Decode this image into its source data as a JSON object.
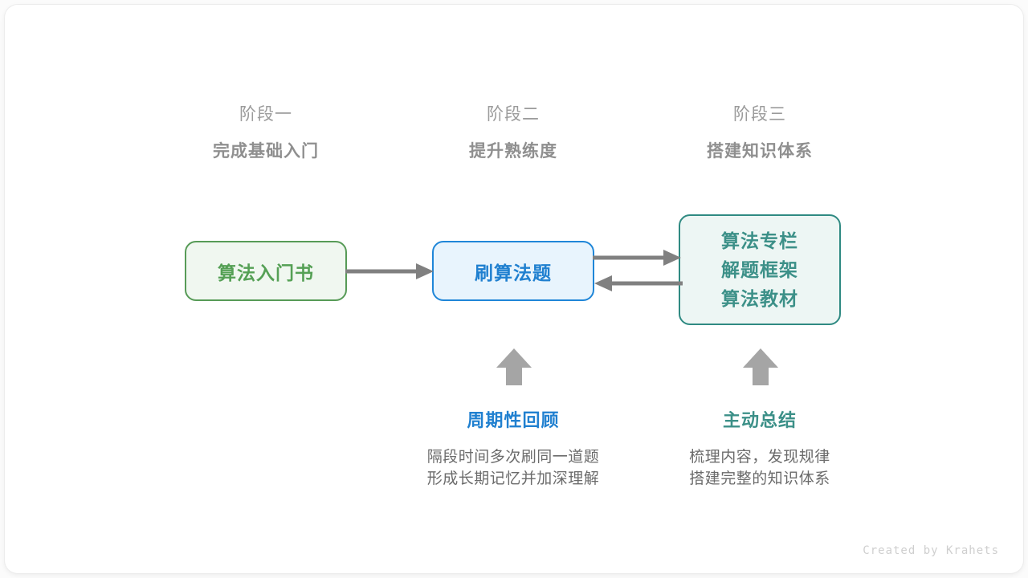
{
  "canvas": {
    "background": "#ffffff",
    "card_background": "#ffffff"
  },
  "phases": [
    {
      "index_label": "阶段一",
      "title": "完成基础入门"
    },
    {
      "index_label": "阶段二",
      "title": "提升熟练度"
    },
    {
      "index_label": "阶段三",
      "title": "搭建知识体系"
    }
  ],
  "nodes": {
    "book": {
      "label": "算法入门书",
      "color": "#55a055",
      "border": "#579b57",
      "fill": "#f0f7f0"
    },
    "practice": {
      "label": "刷算法题",
      "color": "#2080d0",
      "border": "#1f86d8",
      "fill": "#e8f4fd"
    },
    "system": {
      "lines": [
        "算法专栏",
        "解题框架",
        "算法教材"
      ],
      "color": "#3c9088",
      "border": "#2f8a82",
      "fill": "#edf6f4"
    }
  },
  "connectors": {
    "color": "#808080",
    "items": [
      {
        "name": "book-to-practice",
        "direction": "right"
      },
      {
        "name": "practice-to-system",
        "direction": "right"
      },
      {
        "name": "system-to-practice",
        "direction": "left"
      },
      {
        "name": "review-up",
        "direction": "up"
      },
      {
        "name": "summary-up",
        "direction": "up"
      }
    ]
  },
  "notes": [
    {
      "title": "周期性回顾",
      "color": "#2080d0",
      "body_lines": [
        "隔段时间多次刷同一道题",
        "形成长期记忆并加深理解"
      ]
    },
    {
      "title": "主动总结",
      "color": "#3c9088",
      "body_lines": [
        "梳理内容，发现规律",
        "搭建完整的知识体系"
      ]
    }
  ],
  "credit": "Created by Krahets"
}
